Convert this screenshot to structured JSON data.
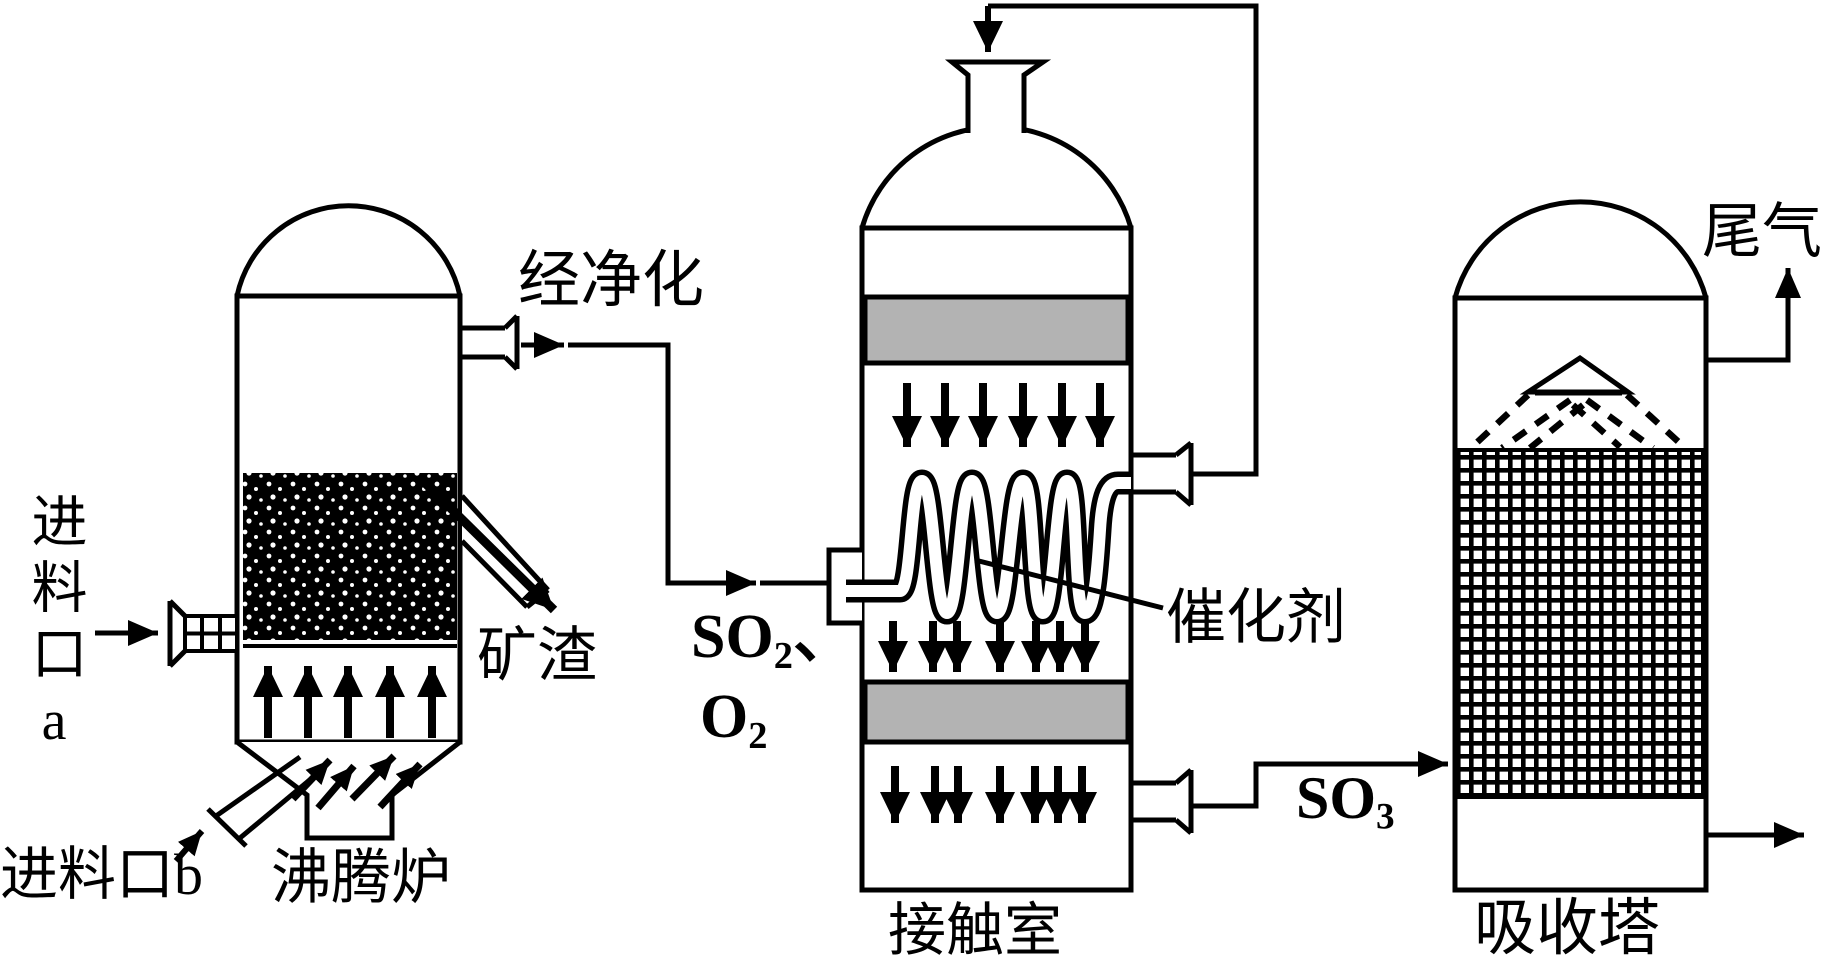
{
  "diagram": {
    "type": "process-flow",
    "subject": "contact-process-sulfuric-acid-production",
    "vessels": [
      {
        "id": "furnace",
        "name_label": "沸腾炉"
      },
      {
        "id": "contact-chamber",
        "name_label": "接触室"
      },
      {
        "id": "absorption-tower",
        "name_label": "吸收塔"
      }
    ]
  },
  "labels": {
    "feed_inlet_a": "进料口a",
    "feed_inlet_b": "进料口b",
    "furnace": "沸腾炉",
    "slag": "矿渣",
    "purified": "经净化",
    "catalyst": "催化剂",
    "contact_chamber": "接触室",
    "absorption_tower": "吸收塔",
    "tail_gas": "尾气",
    "so2": {
      "main": "SO",
      "sub": "2",
      "suffix": "、"
    },
    "o2": {
      "main": "O",
      "sub": "2"
    },
    "so3": {
      "main": "SO",
      "sub": "3"
    }
  },
  "colors": {
    "line": "#000000",
    "bed_gray": "#b3b3b3",
    "background": "#ffffff"
  }
}
